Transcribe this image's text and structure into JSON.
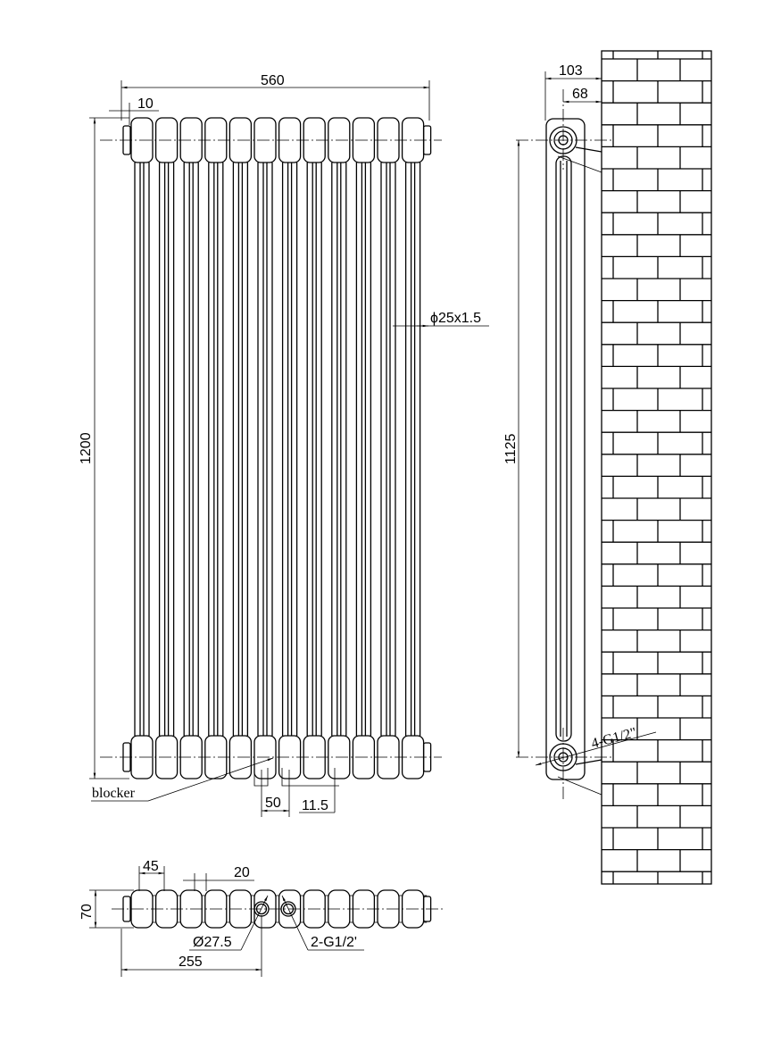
{
  "front_view": {
    "width_label": "560",
    "end_offset_label": "10",
    "height_label": "1200",
    "tube_label": "ϕ25x1.5",
    "blocker_label": "blocker",
    "spacing_label": "50",
    "offset_label": "11.5",
    "column_count": 12
  },
  "side_view": {
    "depth_label": "103",
    "wall_offset_label": "68",
    "centers_label": "1125",
    "connection_label": "4-G1/2\""
  },
  "bottom_view": {
    "pitch_label": "45",
    "gap_label": "20",
    "depth_label": "70",
    "hole_label": "Ø27.5",
    "thread_label": "2-G1/2'",
    "inlet_offset_label": "255"
  },
  "colors": {
    "line": "#000000",
    "background": "#ffffff"
  }
}
